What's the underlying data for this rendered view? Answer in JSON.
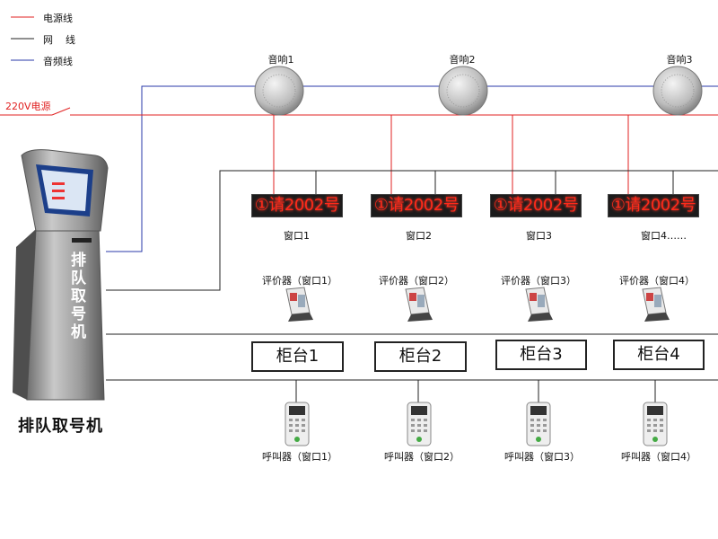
{
  "legend": [
    {
      "label": "电源线",
      "color": "#e02020"
    },
    {
      "label": "网    线",
      "color": "#222222"
    },
    {
      "label": "音频线",
      "color": "#2a3aa8"
    }
  ],
  "power_source_label": "220V电源",
  "speakers": [
    "音响1",
    "音响2",
    "音响3"
  ],
  "led_displays": [
    "①请2002号",
    "①请2002号",
    "①请2002号",
    "①请2002号"
  ],
  "window_labels": [
    "窗口1",
    "窗口2",
    "窗口3",
    "窗口4……"
  ],
  "evaluators": [
    "评价器（窗口1）",
    "评价器（窗口2）",
    "评价器（窗口3）",
    "评价器（窗口4）"
  ],
  "counters": [
    "柜台1",
    "柜台2",
    "柜台3",
    "柜台4"
  ],
  "callers": [
    "呼叫器（窗口1）",
    "呼叫器（窗口2）",
    "呼叫器（窗口3）",
    "呼叫器（窗口4）"
  ],
  "kiosk": {
    "vertical_text": [
      "排",
      "队",
      "取",
      "号",
      "机"
    ],
    "caption": "排队取号机"
  }
}
